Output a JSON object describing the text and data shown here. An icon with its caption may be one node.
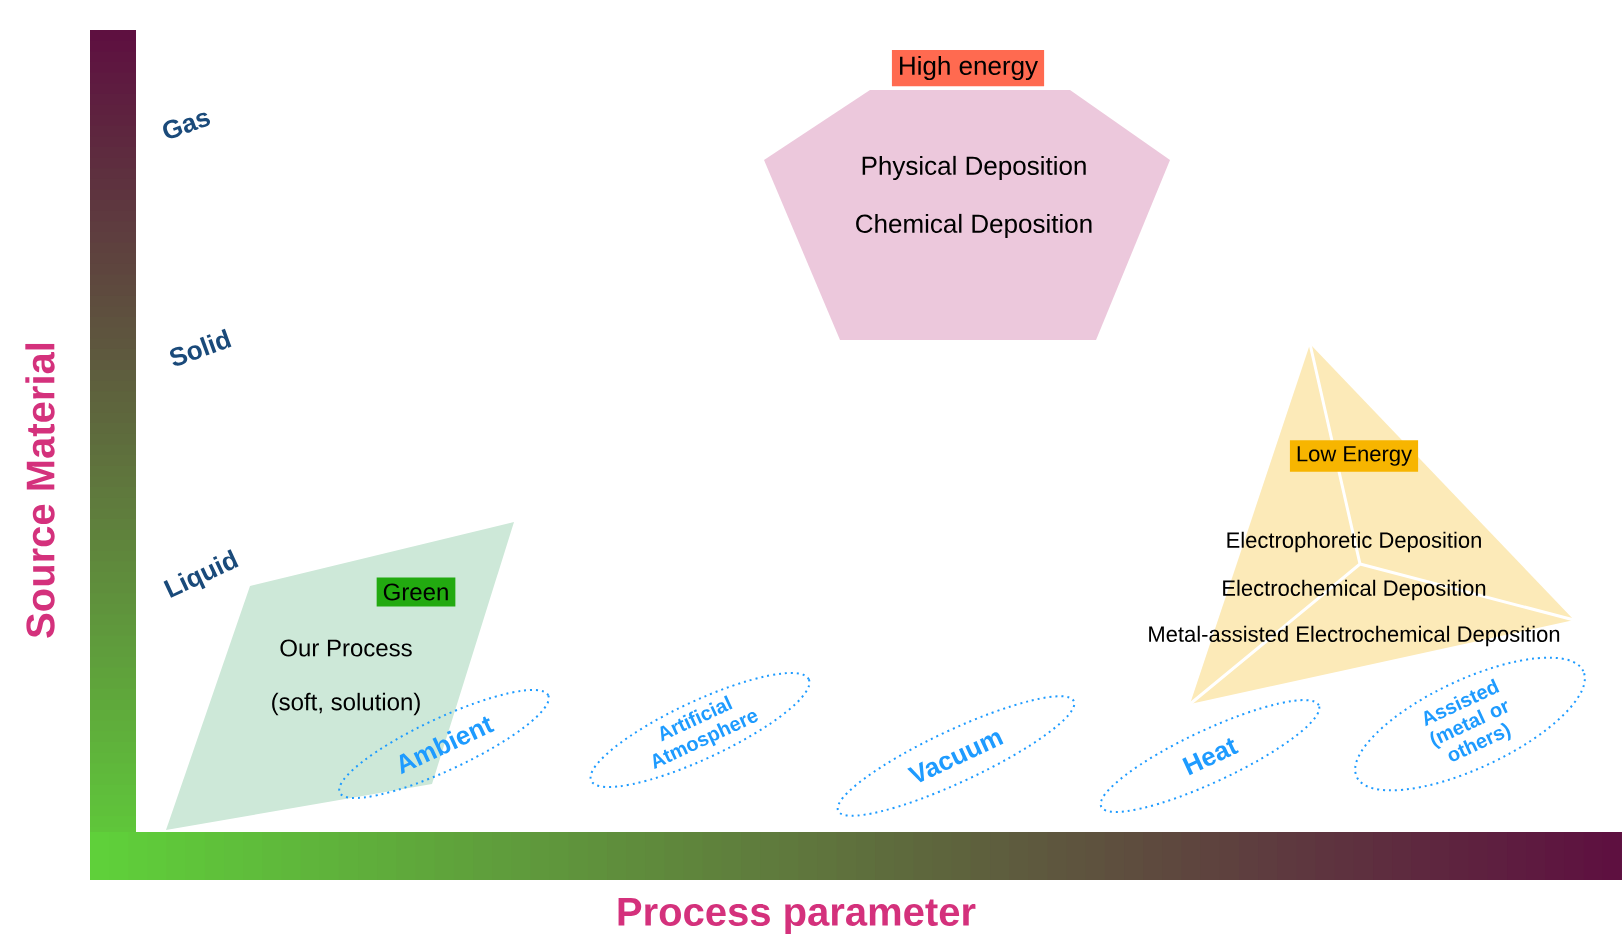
{
  "diagram": {
    "nodes": [
      {
        "text": [
          "High energy",
          "Physical Deposition",
          "Chemical Deposition"
        ]
      },
      {
        "text": [
          "Low Energy",
          "Electrophoretic Deposition",
          "Electrochemical Deposition",
          "Metal-assisted Electrochemical Deposition"
        ]
      },
      {
        "text": [
          "Green",
          "Our Process",
          "(soft, solution)"
        ]
      },
      {
        "text": [
          "Ambient"
        ]
      },
      {
        "text": [
          "Artificial Atmosphere"
        ]
      },
      {
        "text": [
          "Vacuum"
        ]
      },
      {
        "text": [
          "Heat"
        ]
      },
      {
        "text": [
          "Assisted (metal or others)"
        ]
      }
    ],
    "labels": [
      "Gas",
      "Solid",
      "Liquid",
      "Source Material",
      "Process parameter"
    ]
  }
}
